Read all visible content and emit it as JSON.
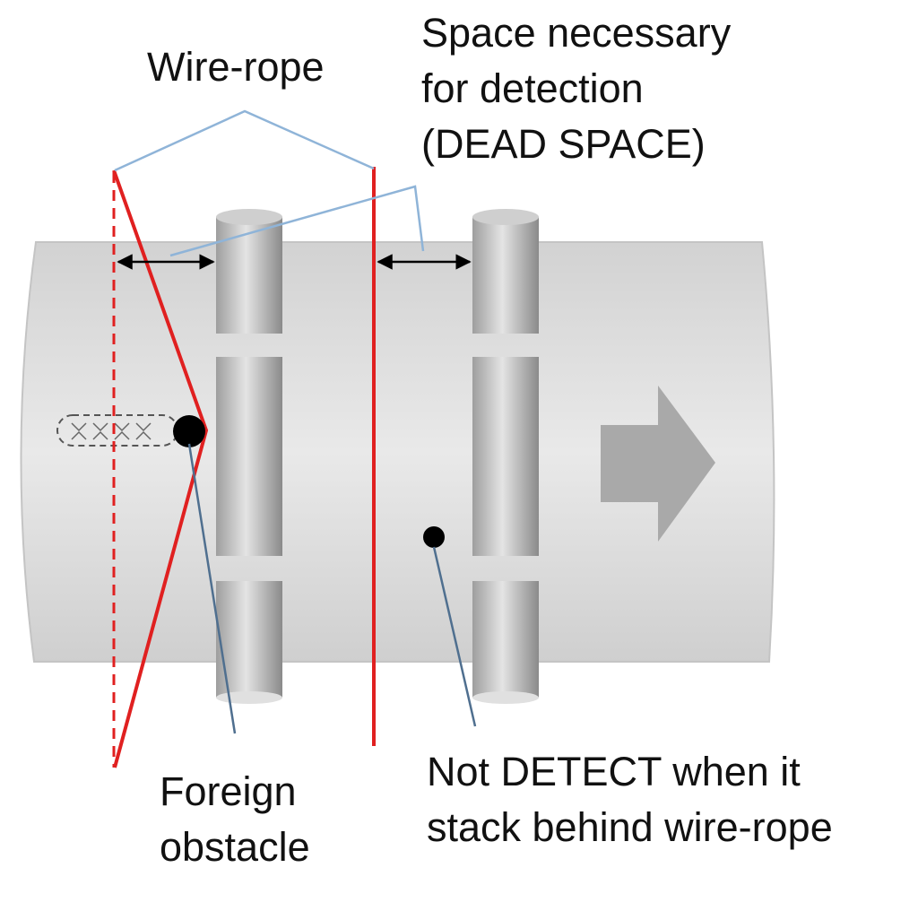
{
  "labels": {
    "wire_rope": "Wire-rope",
    "dead_space": [
      "Space necessary",
      "for detection",
      "(DEAD SPACE)"
    ],
    "foreign_obstacle": [
      "Foreign",
      "obstacle"
    ],
    "not_detect": [
      "Not DETECT when it",
      "stack behind wire-rope"
    ]
  },
  "colors": {
    "wire": "#e02020",
    "leader": "#8fb4d8",
    "belt": "#dcdcdc",
    "post": "#b4b4b4",
    "arrow": "#a9a9a9",
    "obstacle": "#000000",
    "dimension": "#000000",
    "pointer": "#4f6f8f"
  },
  "icons": {
    "flow": "right-arrow-icon"
  }
}
